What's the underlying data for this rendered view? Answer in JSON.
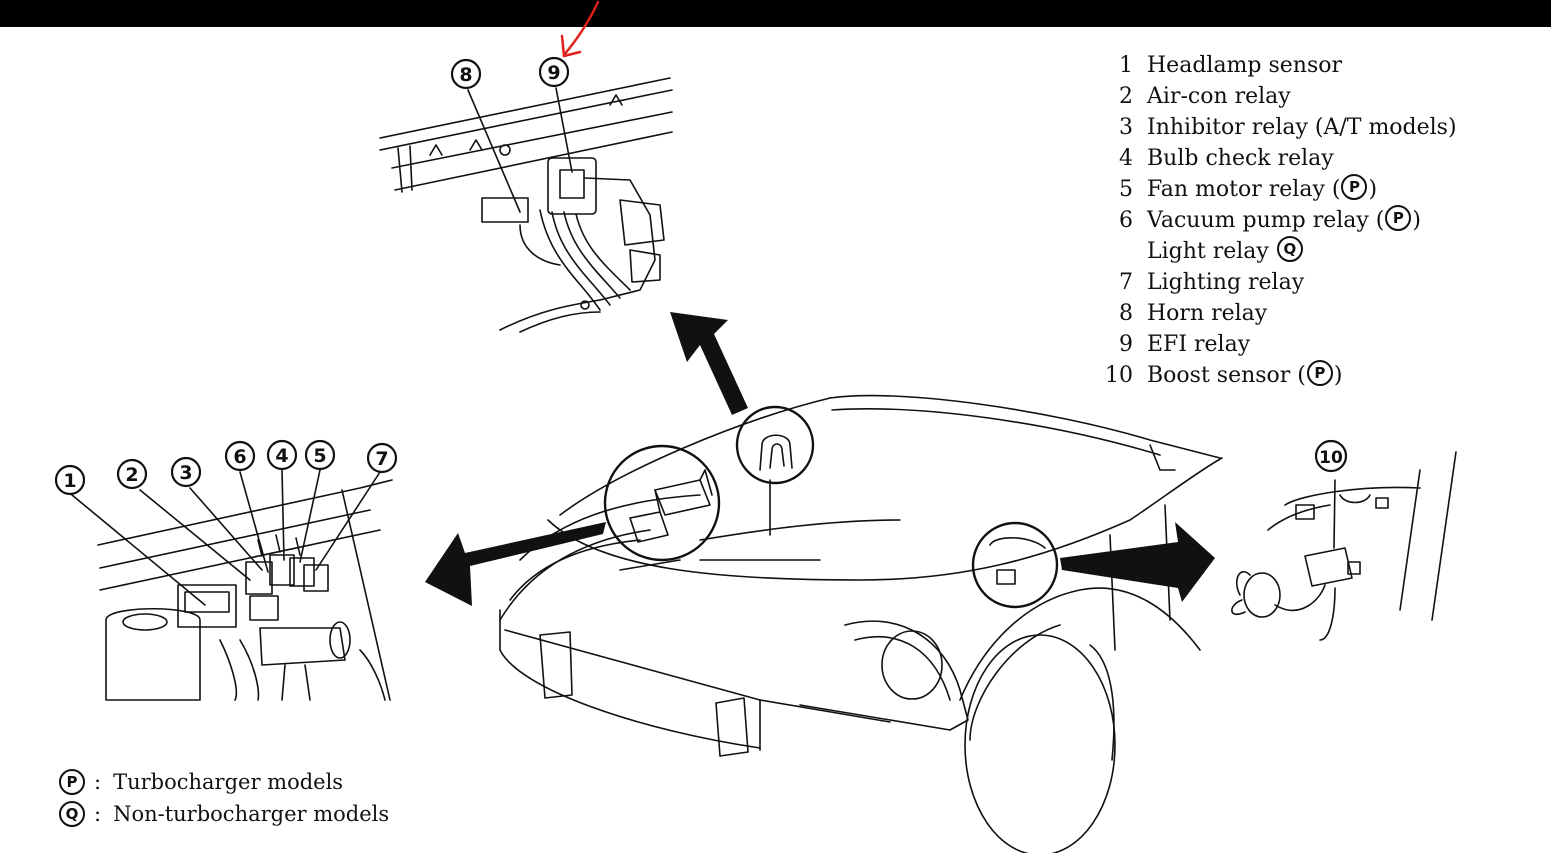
{
  "legend": [
    {
      "num": "1",
      "label": "Headlamp sensor",
      "mark_before": "",
      "mark": "",
      "mark_after": ""
    },
    {
      "num": "2",
      "label": "Air-con relay",
      "mark_before": "",
      "mark": "",
      "mark_after": ""
    },
    {
      "num": "3",
      "label": "Inhibitor relay (A/T models)",
      "mark_before": "",
      "mark": "",
      "mark_after": ""
    },
    {
      "num": "4",
      "label": "Bulb check relay",
      "mark_before": "",
      "mark": "",
      "mark_after": ""
    },
    {
      "num": "5",
      "label": "Fan motor relay",
      "mark_before": " (",
      "mark": "P",
      "mark_after": ")"
    },
    {
      "num": "6",
      "label": "Vacuum pump relay",
      "mark_before": " (",
      "mark": "P",
      "mark_after": ")"
    },
    {
      "num": "",
      "label": "Light relay",
      "mark_before": " ",
      "mark": "Q",
      "mark_after": ""
    },
    {
      "num": "7",
      "label": "Lighting relay",
      "mark_before": "",
      "mark": "",
      "mark_after": ""
    },
    {
      "num": "8",
      "label": "Horn relay",
      "mark_before": "",
      "mark": "",
      "mark_after": ""
    },
    {
      "num": "9",
      "label": "EFI relay",
      "mark_before": "",
      "mark": "",
      "mark_after": ""
    },
    {
      "num": "10",
      "label": "Boost sensor",
      "mark_before": " (",
      "mark": "P",
      "mark_after": ")"
    }
  ],
  "notes": [
    {
      "mark": "P",
      "colon": ":",
      "text": "Turbocharger models"
    },
    {
      "mark": "Q",
      "colon": ":",
      "text": "Non-turbocharger models"
    }
  ],
  "callouts": {
    "c1": "1",
    "c2": "2",
    "c3": "3",
    "c4": "4",
    "c5": "5",
    "c6": "6",
    "c7": "7",
    "c8": "8",
    "c9": "9",
    "c10": "10"
  },
  "colors": {
    "ink": "#111111",
    "annotation_red": "#e0201b",
    "background": "#ffffff"
  }
}
